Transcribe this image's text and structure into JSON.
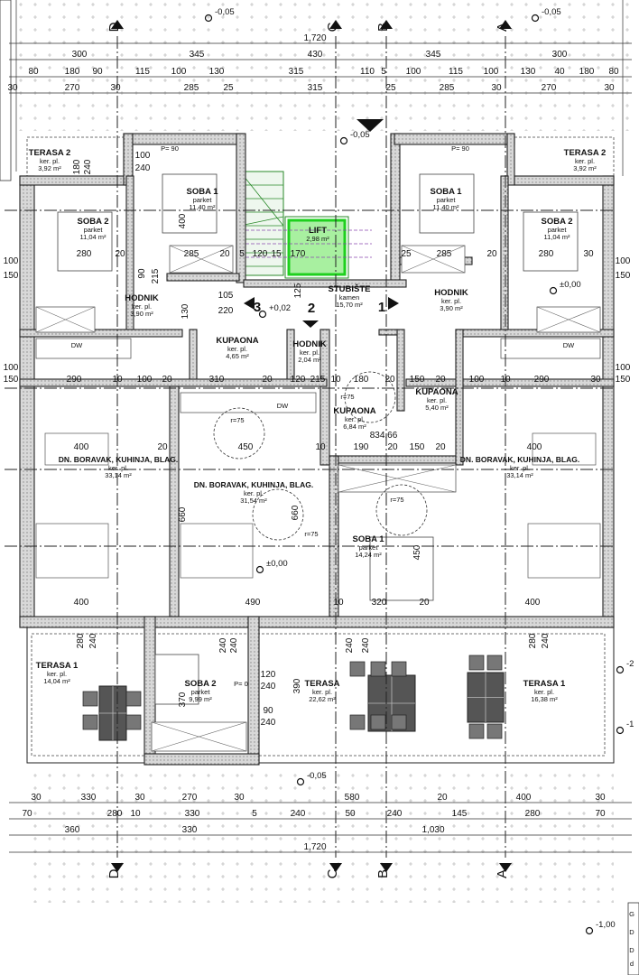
{
  "drawing": {
    "axes_top": [
      "D",
      "C",
      "B",
      "A"
    ],
    "axes_bottom": [
      "D",
      "C",
      "B",
      "A"
    ],
    "levels": [
      "-0,05",
      "-0,05",
      "-0,05",
      "+0,02",
      "±0,00",
      "±0,00",
      "-0,05",
      "-2",
      "-1",
      "-1,00"
    ],
    "stair_markers": [
      "3",
      "2",
      "1"
    ],
    "rooms": [
      {
        "name": "TERASA 2",
        "floor": "ker. pl.",
        "area": "3,92 m²"
      },
      {
        "name": "SOBA 1",
        "floor": "parket",
        "area": "11,40 m²"
      },
      {
        "name": "SOBA 2",
        "floor": "parket",
        "area": "11,04 m²"
      },
      {
        "name": "LIFT",
        "floor": "",
        "area": "2,98 m²"
      },
      {
        "name": "HODNIK",
        "floor": "ker. pl.",
        "area": "3,90 m²"
      },
      {
        "name": "STUBIŠTE",
        "floor": "kamen",
        "area": "15,70 m²"
      },
      {
        "name": "HODNIK",
        "floor": "ker. pl.",
        "area": "3,90 m²"
      },
      {
        "name": "SOBA 1",
        "floor": "parket",
        "area": "11,40 m²"
      },
      {
        "name": "SOBA 2",
        "floor": "parket",
        "area": "11,04 m²"
      },
      {
        "name": "TERASA 2",
        "floor": "ker. pl.",
        "area": "3,92 m²"
      },
      {
        "name": "KUPAONA",
        "floor": "ker. pl.",
        "area": "4,65 m²"
      },
      {
        "name": "HODNIK",
        "floor": "ker. pl.",
        "area": "2,04 m²"
      },
      {
        "name": "KUPAONA",
        "floor": "ker. pl.",
        "area": "6,84 m²"
      },
      {
        "name": "KUPAONA",
        "floor": "ker. pl.",
        "area": "5,40 m²"
      },
      {
        "name": "DN. BORAVAK, KUHINJA, BLAG.",
        "floor": "ker. pl.",
        "area": "33,14 m²"
      },
      {
        "name": "DN. BORAVAK, KUHINJA, BLAG.",
        "floor": "ker. pl.",
        "area": "31,54 m²"
      },
      {
        "name": "DN. BORAVAK, KUHINJA, BLAG.",
        "floor": "ker. pl.",
        "area": "33,14 m²"
      },
      {
        "name": "SOBA 1",
        "floor": "parket",
        "area": "14,24 m²"
      },
      {
        "name": "TERASA 1",
        "floor": "ker. pl.",
        "area": "14,04 m²"
      },
      {
        "name": "SOBA 2",
        "floor": "parket",
        "area": "9,99 m²"
      },
      {
        "name": "TERASA",
        "floor": "ker. pl.",
        "area": "22,62 m²"
      },
      {
        "name": "TERASA 1",
        "floor": "ker. pl.",
        "area": "16,38 m²"
      }
    ],
    "dims_top": [
      [
        "1,720"
      ],
      [
        "300",
        "345",
        "430",
        "345",
        "300"
      ],
      [
        "80",
        "180",
        "90",
        "115",
        "100",
        "130",
        "315",
        "110",
        "5",
        "100",
        "115",
        "100",
        "130",
        "40",
        "180",
        "80"
      ],
      [
        "30",
        "270",
        "30",
        "285",
        "25",
        "315",
        "25",
        "285",
        "30",
        "270",
        "30"
      ]
    ],
    "dims_bottom": [
      [
        "30",
        "330",
        "30",
        "270",
        "30",
        "580",
        "20",
        "400",
        "30"
      ],
      [
        "70",
        "280",
        "10",
        "330",
        "5",
        "240",
        "50",
        "240",
        "145",
        "280",
        "70"
      ],
      [
        "360",
        "330",
        "1,030"
      ],
      [
        "1,720"
      ]
    ],
    "dims_inner": [
      "280",
      "20",
      "285",
      "20",
      "5",
      "120",
      "15",
      "170",
      "25",
      "285",
      "20",
      "280",
      "30",
      "290",
      "10",
      "100",
      "20",
      "310",
      "20",
      "120",
      "215",
      "10",
      "180",
      "20",
      "150",
      "20",
      "100",
      "10",
      "290",
      "30",
      "400",
      "20",
      "450",
      "10",
      "190",
      "20",
      "150",
      "20",
      "400",
      "400",
      "490",
      "10",
      "320",
      "20",
      "400",
      "660",
      "660",
      "450",
      "370",
      "390",
      "834,66",
      "100",
      "240",
      "180",
      "240",
      "400",
      "215",
      "90",
      "130",
      "105",
      "220",
      "125",
      "120",
      "240",
      "90",
      "240",
      "280",
      "240",
      "240",
      "240",
      "240",
      "240",
      "280",
      "240",
      "100",
      "150",
      "100",
      "150",
      "100",
      "150",
      "100",
      "150"
    ],
    "labels_misc": [
      "P= 90",
      "P= 90",
      "P= 0",
      "r=75",
      "r=75",
      "r=75",
      "r=75",
      "DW",
      "DW",
      "DW"
    ],
    "side_text": [
      "G",
      "D",
      "D",
      "d"
    ]
  }
}
